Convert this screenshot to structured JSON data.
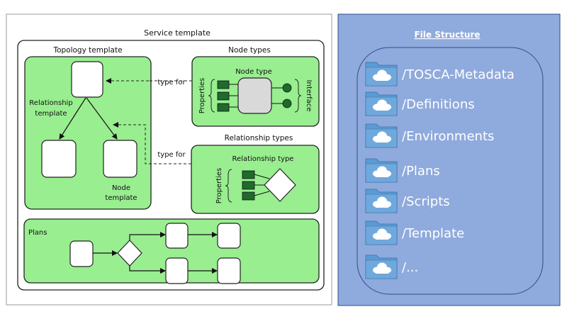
{
  "service": {
    "title": "Service template",
    "topology": {
      "title": "Topology template",
      "relationship_template_line1": "Relationship",
      "relationship_template_line2": "template",
      "node_template_line1": "Node",
      "node_template_line2": "template"
    },
    "node_types": {
      "title": "Node types",
      "inner_title": "Node type",
      "properties_label": "Properties",
      "interface_label": "Interface"
    },
    "relationship_types": {
      "title": "Relationship types",
      "inner_title": "Relationship type",
      "properties_label": "Properties"
    },
    "type_for_1": "type for",
    "type_for_2": "type for",
    "plans": {
      "title": "Plans"
    }
  },
  "file_structure": {
    "title": "File Structure",
    "items": [
      {
        "label": "/TOSCA-Metadata",
        "icon": "cloud-folder-icon"
      },
      {
        "label": "/Definitions",
        "icon": "cloud-folder-icon"
      },
      {
        "label": "/Environments",
        "icon": "cloud-folder-icon"
      },
      {
        "label": "/Plans",
        "icon": "cloud-folder-icon"
      },
      {
        "label": "/Scripts",
        "icon": "cloud-folder-icon"
      },
      {
        "label": "/Template",
        "icon": "cloud-folder-icon"
      },
      {
        "label": "/...",
        "icon": "cloud-folder-icon"
      }
    ]
  },
  "colors": {
    "green_fill": "#99ee90",
    "dark_green": "#1f6b2d",
    "panel_blue": "#8faadc",
    "panel_border": "#2f4f8a",
    "folder_blue": "#5b9bd5"
  }
}
